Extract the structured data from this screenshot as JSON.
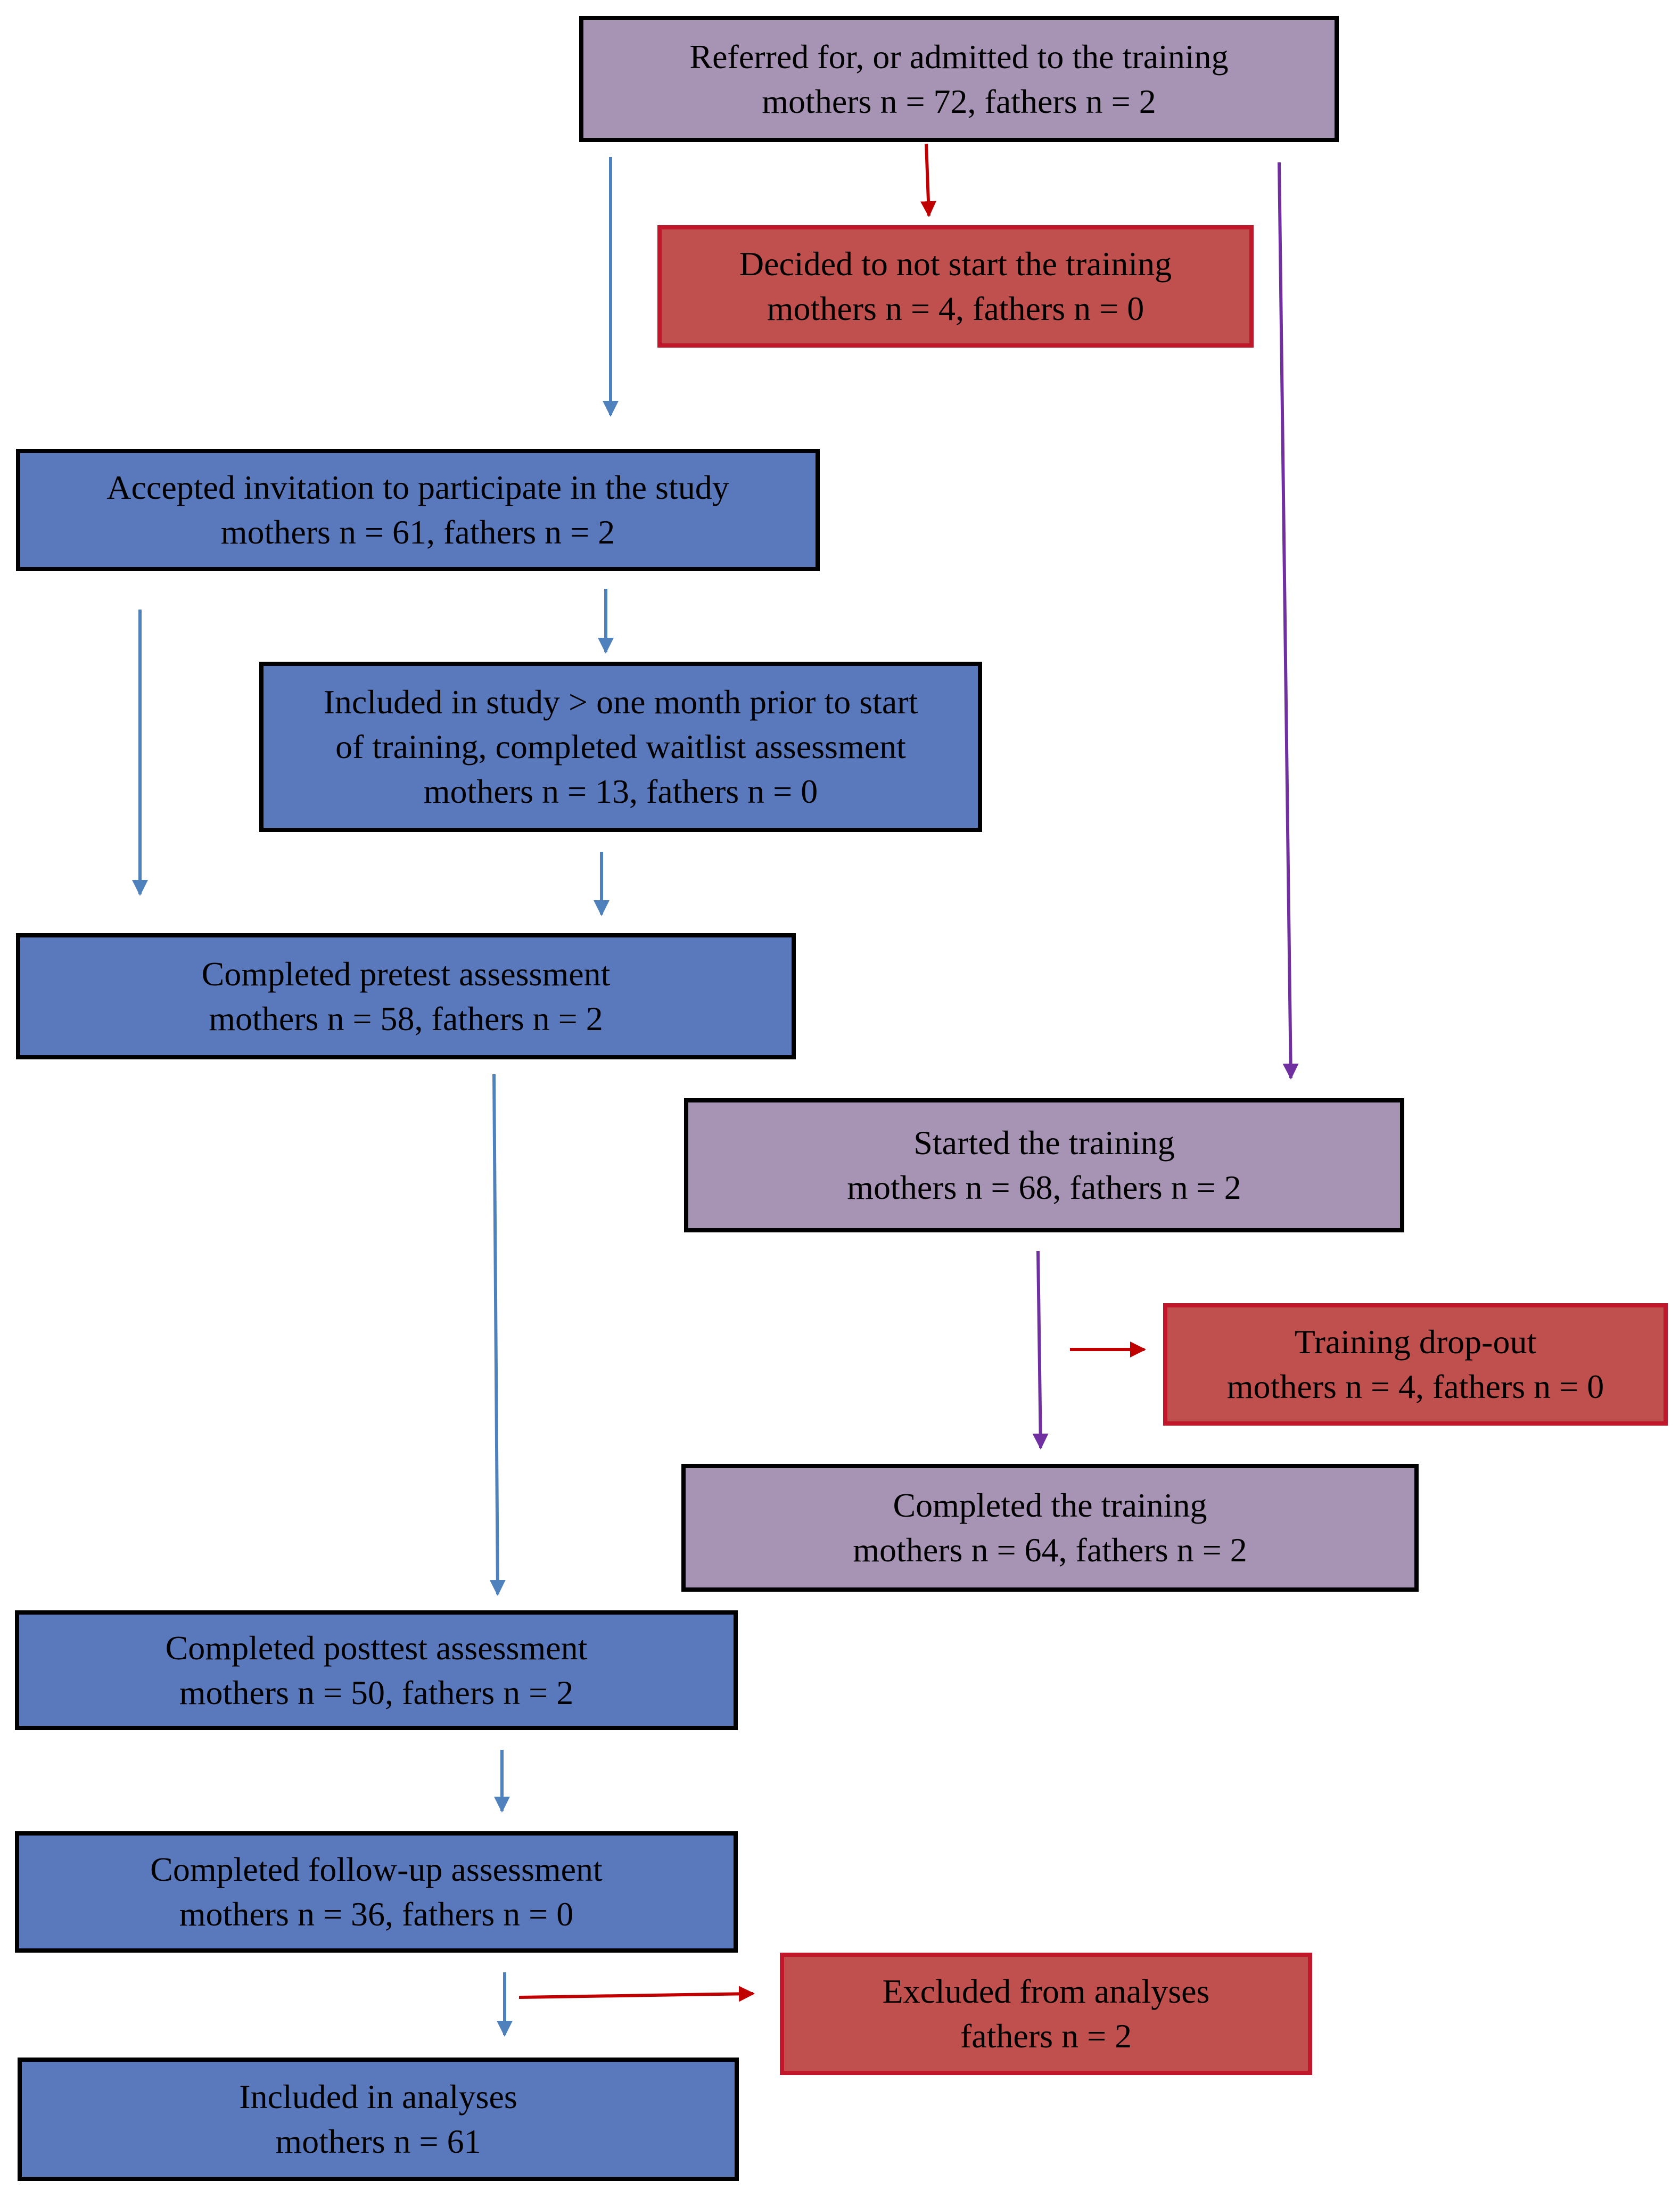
{
  "boxes": {
    "referred": {
      "line1": "Referred for, or admitted to the training",
      "line2": "mothers n = 72, fathers n = 2"
    },
    "not_start": {
      "line1": "Decided to not start the training",
      "line2": "mothers n = 4, fathers n = 0"
    },
    "accepted": {
      "line1": "Accepted invitation to participate in the study",
      "line2": "mothers n = 61, fathers n = 2"
    },
    "included_early": {
      "line1": "Included in study > one month prior to start",
      "line2": "of training, completed waitlist assessment",
      "line3": "mothers n = 13, fathers n = 0"
    },
    "pretest": {
      "line1": "Completed pretest assessment",
      "line2": "mothers n = 58, fathers n = 2"
    },
    "started": {
      "line1": "Started the training",
      "line2": "mothers n = 68, fathers n = 2"
    },
    "dropout": {
      "line1": "Training drop-out",
      "line2": "mothers n = 4, fathers n = 0"
    },
    "completed_training": {
      "line1": "Completed the training",
      "line2": "mothers n = 64, fathers n = 2"
    },
    "posttest": {
      "line1": "Completed posttest assessment",
      "line2": "mothers n = 50, fathers n = 2"
    },
    "followup": {
      "line1": "Completed follow-up assessment",
      "line2": "mothers n = 36, fathers n = 0"
    },
    "excluded": {
      "line1": "Excluded from analyses",
      "line2": "fathers n = 2"
    },
    "analyses": {
      "line1": "Included in analyses",
      "line2": "mothers n = 61"
    }
  },
  "colors": {
    "purple_fill": "#a794b5",
    "blue_fill": "#5a79bd",
    "red_fill": "#c0504d",
    "red_border": "#c0172a",
    "blue_arrow": "#4f81bd",
    "red_arrow": "#c00000",
    "purple_arrow": "#7030a0"
  }
}
